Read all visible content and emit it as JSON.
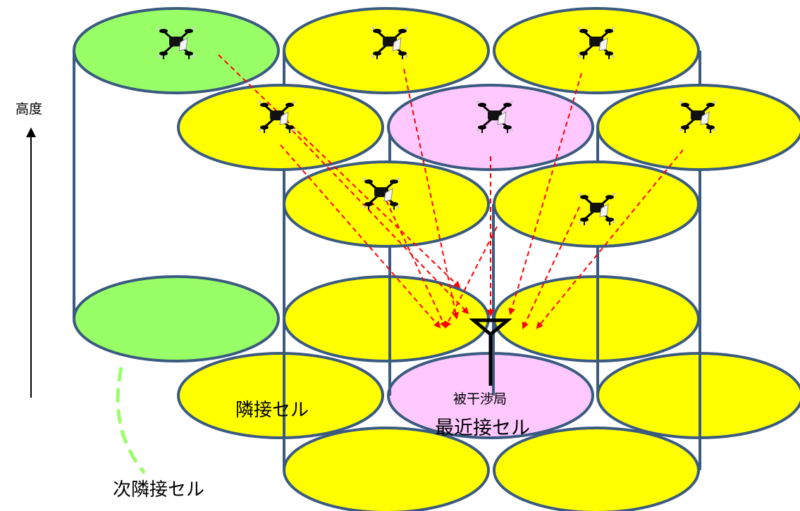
{
  "labels": {
    "altitude": "高度",
    "adjacent_cell": "隣接セル",
    "victim_station": "被干渉局",
    "nearest_cell": "最近接セル",
    "next_adjacent_cell": "次隣接セル"
  },
  "colors": {
    "adjacent_cell": "#ffff00",
    "nearest_cell": "#ffc8ff",
    "next_adjacent_cell": "#99ff66",
    "cell_outline": "#3a5a80",
    "interference_arrow": "#ff0000",
    "antenna": "#000000",
    "next_adjacent_marker": "#99ff66"
  },
  "icons": {
    "drone": "drone-icon",
    "antenna": "antenna-icon"
  }
}
